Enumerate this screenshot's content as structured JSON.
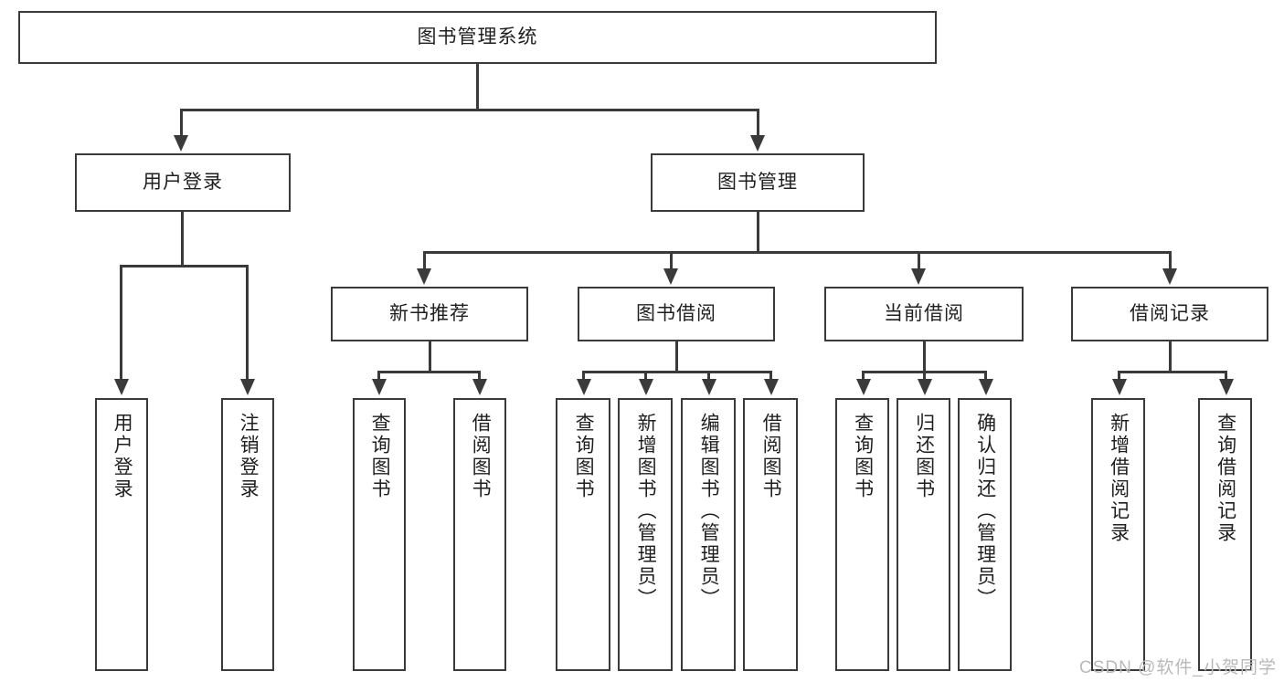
{
  "diagram": {
    "title": "图书管理系统",
    "watermark": "CSDN @软件_小贺同学",
    "colors": {
      "stroke": "#3a3a3a",
      "background": "#ffffff",
      "text": "#1f1f1f",
      "watermark": "#b9b9b9"
    },
    "levels": {
      "root": {
        "label": "图书管理系统"
      },
      "level2": [
        {
          "label": "用户登录"
        },
        {
          "label": "图书管理"
        }
      ],
      "level3": [
        {
          "label": "新书推荐"
        },
        {
          "label": "图书借阅"
        },
        {
          "label": "当前借阅"
        },
        {
          "label": "借阅记录"
        }
      ],
      "leaves": {
        "user_login": [
          {
            "label": "用户登录"
          },
          {
            "label": "注销登录"
          }
        ],
        "new_book_recommend": [
          {
            "label": "查询图书"
          },
          {
            "label": "借阅图书"
          }
        ],
        "book_borrow": [
          {
            "label": "查询图书"
          },
          {
            "label": "新增图书（管理员）"
          },
          {
            "label": "编辑图书（管理员）"
          },
          {
            "label": "借阅图书"
          }
        ],
        "current_borrow": [
          {
            "label": "查询图书"
          },
          {
            "label": "归还图书"
          },
          {
            "label": "确认归还（管理员）"
          }
        ],
        "borrow_record": [
          {
            "label": "新增借阅记录"
          },
          {
            "label": "查询借阅记录"
          }
        ]
      }
    }
  }
}
